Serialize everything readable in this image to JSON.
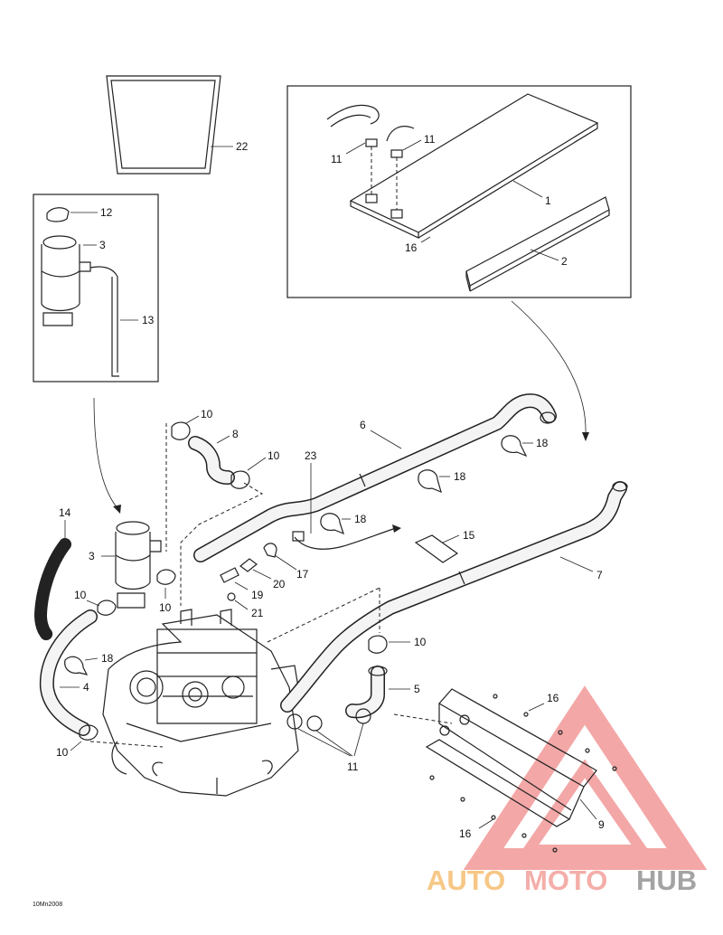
{
  "callouts": {
    "c1": "1",
    "c2": "2",
    "c3a": "3",
    "c3b": "3",
    "c4": "4",
    "c5": "5",
    "c6": "6",
    "c7": "7",
    "c8": "8",
    "c9": "9",
    "c10a": "10",
    "c10b": "10",
    "c10c": "10",
    "c10d": "10",
    "c10e": "10",
    "c10f": "10",
    "c11a": "11",
    "c11b": "11",
    "c11c": "11",
    "c12": "12",
    "c13": "13",
    "c14": "14",
    "c15": "15",
    "c16a": "16",
    "c16b": "16",
    "c16c": "16",
    "c17": "17",
    "c18a": "18",
    "c18b": "18",
    "c18c": "18",
    "c18d": "18",
    "c19": "19",
    "c20": "20",
    "c21": "21",
    "c22": "22",
    "c23": "23"
  },
  "diagram_code": "10Mn2008",
  "watermark": {
    "part1": "AUTO",
    "part2": "MOTO",
    "part3": "HUB",
    "colors": {
      "auto": "#f6c27a",
      "moto": "#f3a6a0",
      "hub": "#9a9a9a",
      "triangle": "#f08a8a"
    }
  }
}
